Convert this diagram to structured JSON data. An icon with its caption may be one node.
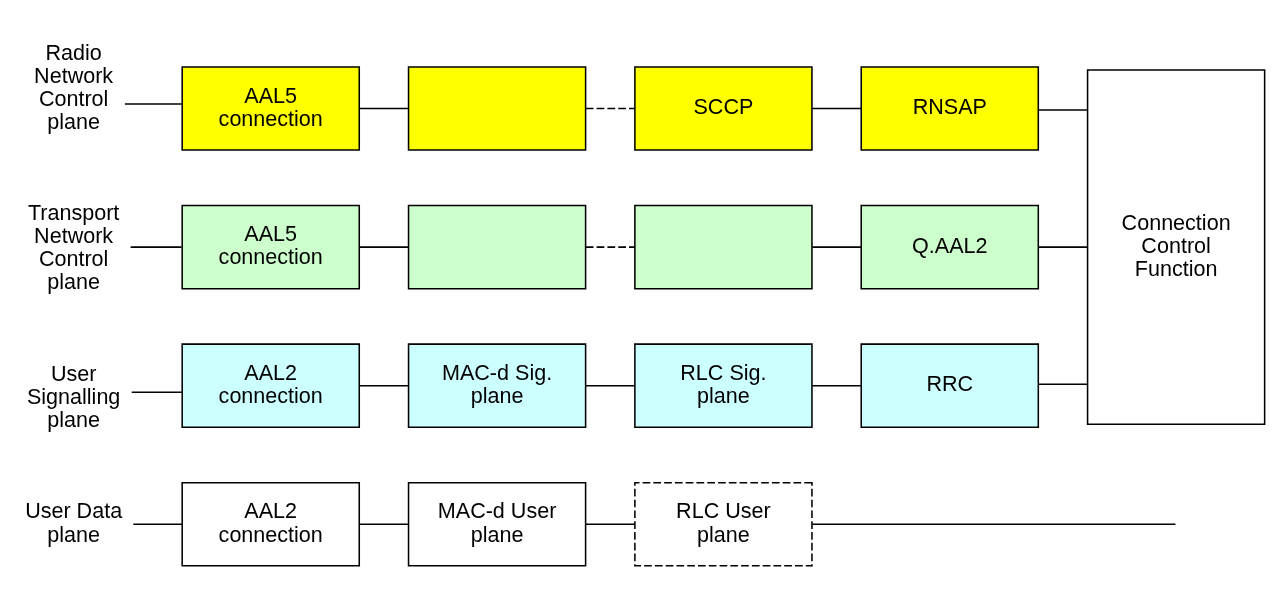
{
  "diagram": {
    "nodes": [
      {
        "text": [
          "Radio Network Control plane"
        ]
      },
      {
        "text": [
          "AAL5 connection"
        ]
      },
      {
        "text": [],
        "shape": "box"
      },
      {
        "text": [
          "SCCP"
        ]
      },
      {
        "text": [
          "RNSAP"
        ]
      },
      {
        "text": [
          "Connection Control Function"
        ]
      },
      {
        "text": [
          "Transport Network Control plane"
        ]
      },
      {
        "text": [
          "AAL5 connection"
        ]
      },
      {
        "text": [],
        "shape": "box"
      },
      {
        "text": [],
        "shape": "box"
      },
      {
        "text": [
          "Q.AAL2"
        ]
      },
      {
        "text": [
          "User Signalling plane"
        ]
      },
      {
        "text": [
          "AAL2 connection"
        ]
      },
      {
        "text": [
          "MAC-d Sig. plane"
        ]
      },
      {
        "text": [
          "RLC Sig. plane"
        ]
      },
      {
        "text": [
          "RRC"
        ]
      },
      {
        "text": [
          "User Data plane"
        ]
      },
      {
        "text": [
          "AAL2 connection"
        ]
      },
      {
        "text": [
          "MAC-d User plane"
        ]
      },
      {
        "text": [
          "RLC User plane"
        ]
      }
    ],
    "edges": [
      {
        "from": 0,
        "to": 1,
        "arrow": "none"
      },
      {
        "from": 1,
        "to": 2,
        "arrow": "none"
      },
      {
        "from": 2,
        "to": 3,
        "arrow": "none",
        "style": "dashed"
      },
      {
        "from": 3,
        "to": 4,
        "arrow": "none"
      },
      {
        "from": 4,
        "to": 5,
        "arrow": "none"
      },
      {
        "from": 6,
        "to": 7,
        "arrow": "none"
      },
      {
        "from": 7,
        "to": 8,
        "arrow": "none"
      },
      {
        "from": 8,
        "to": 9,
        "arrow": "none",
        "style": "dashed"
      },
      {
        "from": 9,
        "to": 10,
        "arrow": "none"
      },
      {
        "from": 10,
        "to": 5,
        "arrow": "none"
      },
      {
        "from": 11,
        "to": 12,
        "arrow": "none"
      },
      {
        "from": 12,
        "to": 13,
        "arrow": "none"
      },
      {
        "from": 13,
        "to": 14,
        "arrow": "none"
      },
      {
        "from": 14,
        "to": 15,
        "arrow": "none"
      },
      {
        "from": 15,
        "to": 5,
        "arrow": "none"
      },
      {
        "from": 16,
        "to": 17,
        "arrow": "none"
      },
      {
        "from": 17,
        "to": 18,
        "arrow": "none"
      },
      {
        "from": 18,
        "to": 19,
        "arrow": "none"
      },
      {
        "from": 19,
        "to": null,
        "arrow": "none"
      }
    ]
  }
}
